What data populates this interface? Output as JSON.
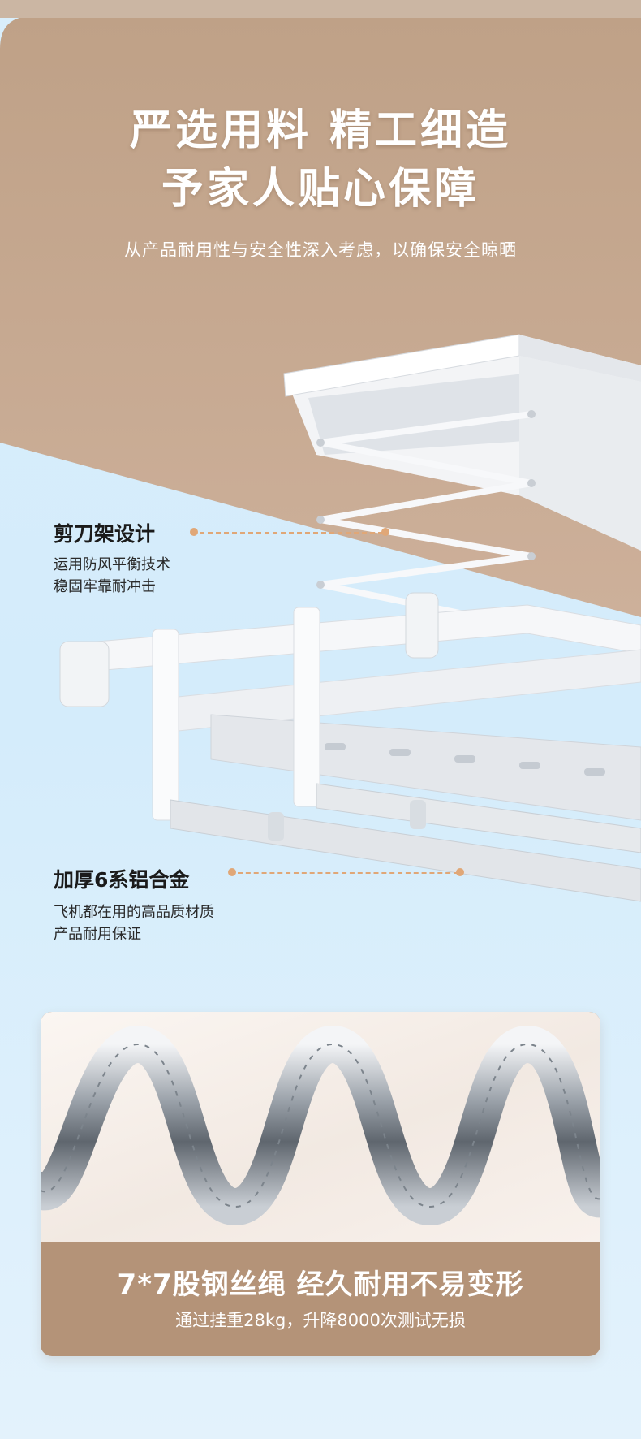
{
  "hero": {
    "title_line1": "严选用料 精工细造",
    "title_line2": "予家人贴心保障",
    "subtitle": "从产品耐用性与安全性深入考虑，以确保安全晾晒"
  },
  "features": [
    {
      "title": "剪刀架设计",
      "desc_line1": "运用防风平衡技术",
      "desc_line2": "稳固牢靠耐冲击"
    },
    {
      "title": "加厚6系铝合金",
      "desc_line1": "飞机都在用的高品质材质",
      "desc_line2": "产品耐用保证"
    }
  ],
  "rope_card": {
    "title": "7*7股钢丝绳 经久耐用不易变形",
    "subtitle": "通过挂重28kg，升降8000次测试无损"
  },
  "colors": {
    "ceiling": "#c7a98e",
    "sky": "#d4ecfb",
    "accent": "#e0a777",
    "card": "#b49378"
  }
}
